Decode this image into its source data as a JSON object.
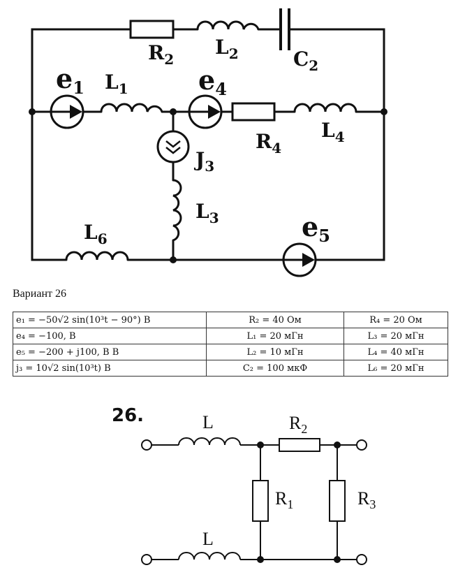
{
  "circuit": {
    "labels": {
      "R2": {
        "main": "R",
        "sub": "2"
      },
      "L2": {
        "main": "L",
        "sub": "2"
      },
      "C2": {
        "main": "C",
        "sub": "2"
      },
      "e1": {
        "main": "e",
        "sub": "1"
      },
      "L1": {
        "main": "L",
        "sub": "1"
      },
      "e4": {
        "main": "e",
        "sub": "4"
      },
      "R4": {
        "main": "R",
        "sub": "4"
      },
      "L4": {
        "main": "L",
        "sub": "4"
      },
      "J3": {
        "main": "J",
        "sub": "3"
      },
      "L3": {
        "main": "L",
        "sub": "3"
      },
      "L6": {
        "main": "L",
        "sub": "6"
      },
      "e5": {
        "main": "e",
        "sub": "5"
      }
    }
  },
  "variant_label": "Вариант 26",
  "params_table": [
    [
      "e₁ = −50√2 sin(10³t − 90°) В",
      "R₂ = 40 Ом",
      "R₄ = 20 Ом"
    ],
    [
      "e₄ = −100, В",
      "L₁ = 20 мГн",
      "L₃ = 20 мГн"
    ],
    [
      "e₅ = −200 + j100, B В",
      "L₂ = 10 мГн",
      "L₄ = 40 мГн"
    ],
    [
      "j₃ = 10√2 sin(10³t) В",
      "C₂ = 100 мкФ",
      "L₆ = 20 мГн"
    ]
  ],
  "fourpole": {
    "number": "26.",
    "labels": {
      "L_top": "L",
      "L_bottom": "L",
      "R2": {
        "main": "R",
        "sub": "2"
      },
      "R1": {
        "main": "R",
        "sub": "1"
      },
      "R3": {
        "main": "R",
        "sub": "3"
      }
    }
  }
}
